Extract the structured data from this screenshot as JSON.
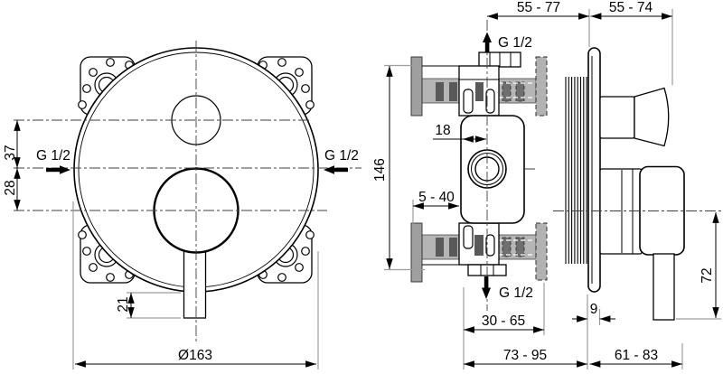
{
  "drawing": {
    "front_view": {
      "inlet_left_label": "G 1/2",
      "inlet_right_label": "G 1/2",
      "dim_top_port_offset": "37",
      "dim_bottom_port_offset": "28",
      "dim_lever_protrusion": "21",
      "dim_plate_diameter": "Ø163"
    },
    "side_view": {
      "dim_depth_to_plate": "55 - 77",
      "dim_plate_to_knob": "55 - 74",
      "outlet_top_label": "G 1/2",
      "dim_center_offset": "18",
      "dim_body_height": "146",
      "dim_min_mounting_depth": "5 - 40",
      "outlet_bottom_label": "G 1/2",
      "dim_mounting_depth_range": "30 - 65",
      "dim_plate_thickness": "9",
      "dim_lever_length": "72",
      "dim_total_depth": "73 - 95",
      "dim_handle_protrusion": "61 - 83"
    }
  }
}
